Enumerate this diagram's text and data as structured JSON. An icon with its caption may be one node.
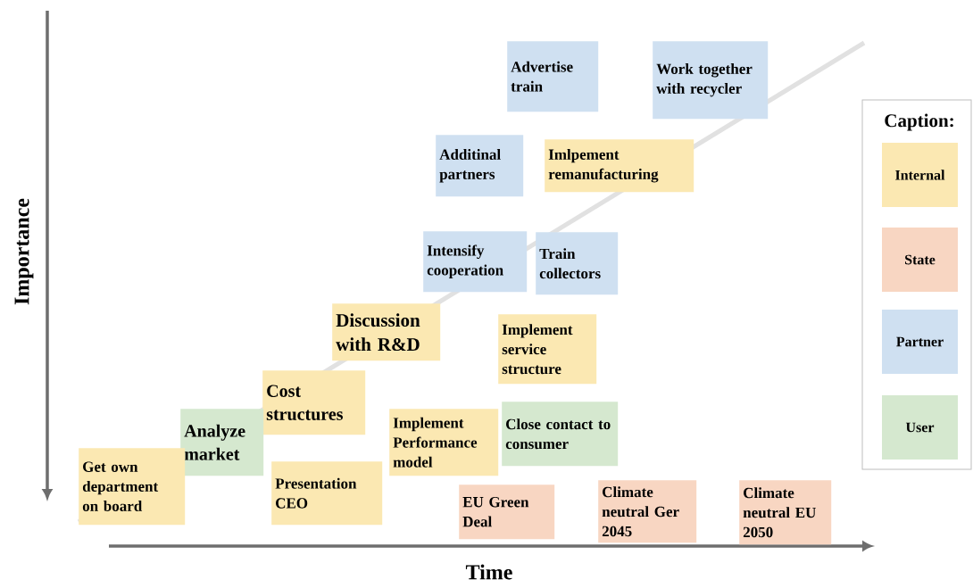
{
  "diagram": {
    "nodes": [
      {
        "text": [
          "Advertise train"
        ]
      },
      {
        "text": [
          "Work together with recycler"
        ]
      },
      {
        "text": [
          "Additinal partners"
        ]
      },
      {
        "text": [
          "Imlpement remanufacturing"
        ]
      },
      {
        "text": [
          "Intensify cooperation"
        ]
      },
      {
        "text": [
          "Train collectors"
        ]
      },
      {
        "text": [
          "Discussion with R&D"
        ]
      },
      {
        "text": [
          "Implement service structure"
        ]
      },
      {
        "text": [
          "Cost structures"
        ]
      },
      {
        "text": [
          "Analyze market"
        ]
      },
      {
        "text": [
          "Implement Performance model"
        ]
      },
      {
        "text": [
          "Close contact to consumer"
        ]
      },
      {
        "text": [
          "Get own department on board"
        ]
      },
      {
        "text": [
          "Presentation CEO"
        ]
      },
      {
        "text": [
          "EU Green Deal"
        ]
      },
      {
        "text": [
          "Climate neutral Ger 2045"
        ]
      },
      {
        "text": [
          "Climate neutral EU 2050"
        ]
      }
    ],
    "labels": [
      "Importance",
      "Time",
      "Caption:"
    ],
    "legend": [
      {
        "text": "Internal",
        "color": "#fbe8b2"
      },
      {
        "text": "State",
        "color": "#f8d6c2"
      },
      {
        "text": "Partner",
        "color": "#cfe0f1"
      },
      {
        "text": "User",
        "color": "#d5e8cf"
      }
    ]
  }
}
